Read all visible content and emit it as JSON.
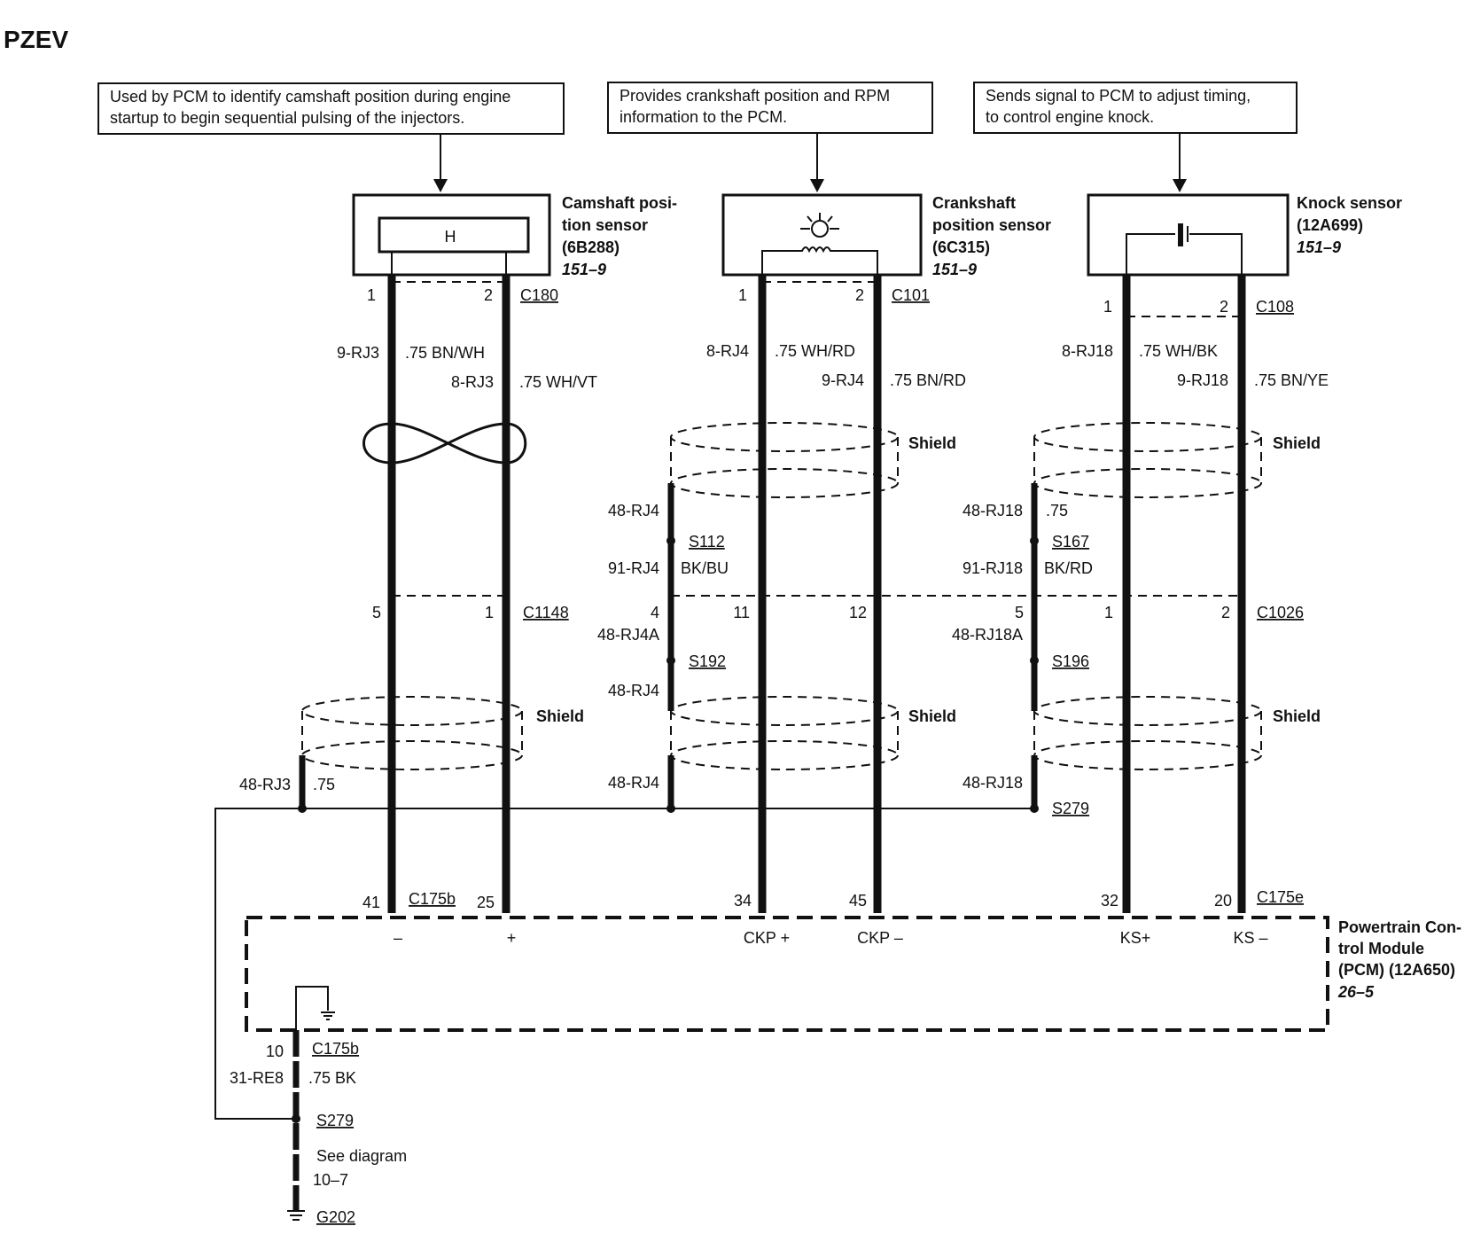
{
  "title": "PZEV",
  "notes": {
    "cam_1": "Used by PCM to identify camshaft position during engine",
    "cam_2": "startup to begin sequential pulsing of the injectors.",
    "crank_1": "Provides crankshaft position and RPM",
    "crank_2": "information to the PCM.",
    "knock_1": "Sends signal to PCM to adjust timing,",
    "knock_2": "to control engine knock."
  },
  "sensors": {
    "cam": {
      "l1": "Camshaft posi-",
      "l2": "tion sensor",
      "l3": "(6B288)",
      "ref": "151–9",
      "symbol": "H"
    },
    "crank": {
      "l1": "Crankshaft",
      "l2": "position sensor",
      "l3": "(6C315)",
      "ref": "151–9"
    },
    "knock": {
      "l1": "Knock sensor",
      "l2": "(12A699)",
      "ref": "151–9"
    }
  },
  "pcm": {
    "l1": "Powertrain Con-",
    "l2": "trol Module",
    "l3": "(PCM) (12A650)",
    "ref": "26–5",
    "pin_neg": "–",
    "pin_pos": "+",
    "ckp_pos": "CKP +",
    "ckp_neg": "CKP –",
    "ks_pos": "KS+",
    "ks_neg": "KS –"
  },
  "connectors": {
    "c180": "C180",
    "c101": "C101",
    "c108": "C108",
    "c1148": "C1148",
    "c1026": "C1026",
    "c175b": "C175b",
    "c175e": "C175e",
    "c175b_2": "C175b"
  },
  "pins": {
    "cam_top_1": "1",
    "cam_top_2": "2",
    "crank_top_1": "1",
    "crank_top_2": "2",
    "knock_top_1": "1",
    "knock_top_2": "2",
    "c1148_5": "5",
    "c1148_1": "1",
    "c1026_4": "4",
    "c1026_11": "11",
    "c1026_12": "12",
    "c1026_5": "5",
    "c1026_1": "1",
    "c1026_2": "2",
    "p41": "41",
    "p25": "25",
    "p34": "34",
    "p45": "45",
    "p32": "32",
    "p20": "20",
    "p10": "10"
  },
  "circuits": {
    "cam_a": "9-RJ3",
    "cam_a_w": ".75 BN/WH",
    "cam_b": "8-RJ3",
    "cam_b_w": ".75 WH/VT",
    "crank_a": "8-RJ4",
    "crank_a_w": ".75 WH/RD",
    "crank_b": "9-RJ4",
    "crank_b_w": ".75 BN/RD",
    "knock_a": "8-RJ18",
    "knock_a_w": ".75 WH/BK",
    "knock_b": "9-RJ18",
    "knock_b_w": ".75 BN/YE",
    "c48rj4_a": "48-RJ4",
    "s112": "S112",
    "c91rj4": "91-RJ4",
    "bkbu": "BK/BU",
    "c48rj18_a": "48-RJ18",
    "c75_a": ".75",
    "s167": "S167",
    "c91rj18": "91-RJ18",
    "bkrd": "BK/RD",
    "c48rj4a": "48-RJ4A",
    "s192": "S192",
    "c48rj4_b": "48-RJ4",
    "c48rj18a": "48-RJ18A",
    "s196": "S196",
    "c48rj3": "48-RJ3",
    "c75_b": ".75",
    "c48rj4_c": "48-RJ4",
    "c48rj18_b": "48-RJ18",
    "s279": "S279",
    "c31re8": "31-RE8",
    "bk75": ".75 BK",
    "s279_2": "S279",
    "see": "See diagram",
    "see_ref": "10–7",
    "g202": "G202"
  },
  "shield": "Shield"
}
